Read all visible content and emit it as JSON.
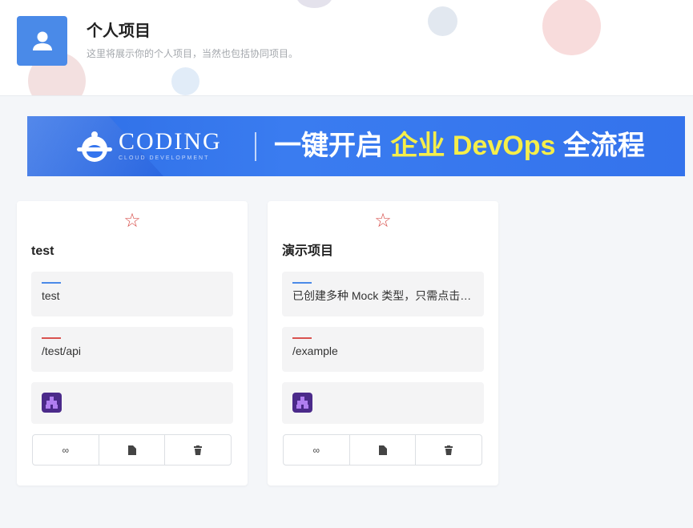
{
  "header": {
    "title": "个人项目",
    "subtitle": "这里将展示你的个人项目，当然也包括协同项目。"
  },
  "banner": {
    "logo_text": "CODING",
    "logo_sub": "CLOUD DEVELOPMENT",
    "slogan_a": "一键开启",
    "slogan_hl": "企业 DevOps",
    "slogan_b": "全流程"
  },
  "projects": [
    {
      "name": "test",
      "description": "test",
      "base_url": "/test/api"
    },
    {
      "name": "演示项目",
      "description": "已创建多种 Mock 类型，只需点击预览便可查看效果",
      "base_url": "/example"
    }
  ],
  "colors": {
    "accent": "#4a8ae8",
    "star": "#d9534f",
    "desc_bar": "#4a8ae8",
    "url_bar": "#d9534f"
  }
}
